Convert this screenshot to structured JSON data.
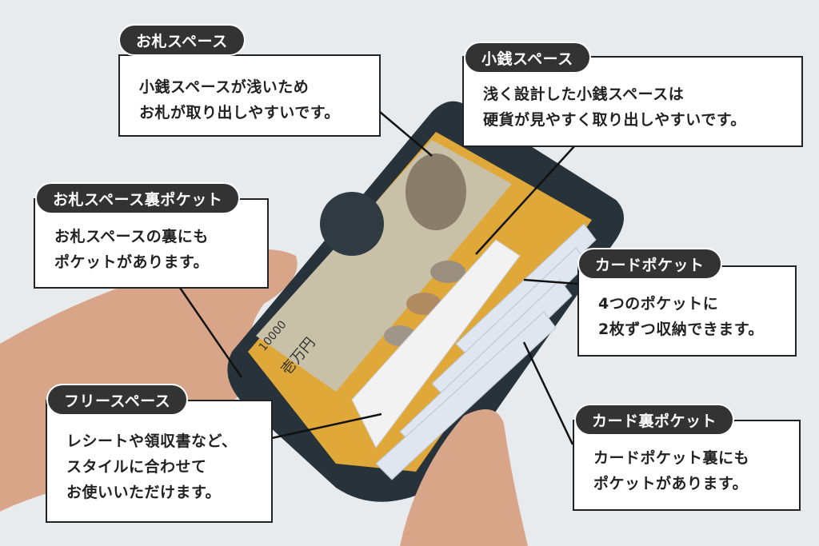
{
  "callouts": [
    {
      "id": "bill-space",
      "title": "お札スペース",
      "lines": [
        "小銭スペースが浅いため",
        "お札が取り出しやすいです。"
      ]
    },
    {
      "id": "coin-space",
      "title": "小銭スペース",
      "lines": [
        "浅く設計した小銭スペースは",
        "硬貨が見やすく取り出しやすいです。"
      ]
    },
    {
      "id": "bill-back-pocket",
      "title": "お札スペース裏ポケット",
      "lines": [
        "お札スペースの裏にも",
        "ポケットがあります。"
      ]
    },
    {
      "id": "card-pocket",
      "title": "カードポケット",
      "lines": [
        "4つのポケットに",
        "2枚ずつ収納できます。"
      ]
    },
    {
      "id": "free-space",
      "title": "フリースペース",
      "lines": [
        "レシートや領収書など、",
        "スタイルに合わせて",
        "お使いいただけます。"
      ]
    },
    {
      "id": "card-back-pocket",
      "title": "カード裏ポケット",
      "lines": [
        "カードポケット裏にも",
        "ポケットがあります。"
      ]
    }
  ],
  "colors": {
    "background": "#e8ebed",
    "label": "#333333",
    "wallet": "#27323a",
    "interior": "#e0a838"
  },
  "banknote": {
    "denomination": "10000",
    "text": "壱万円"
  }
}
